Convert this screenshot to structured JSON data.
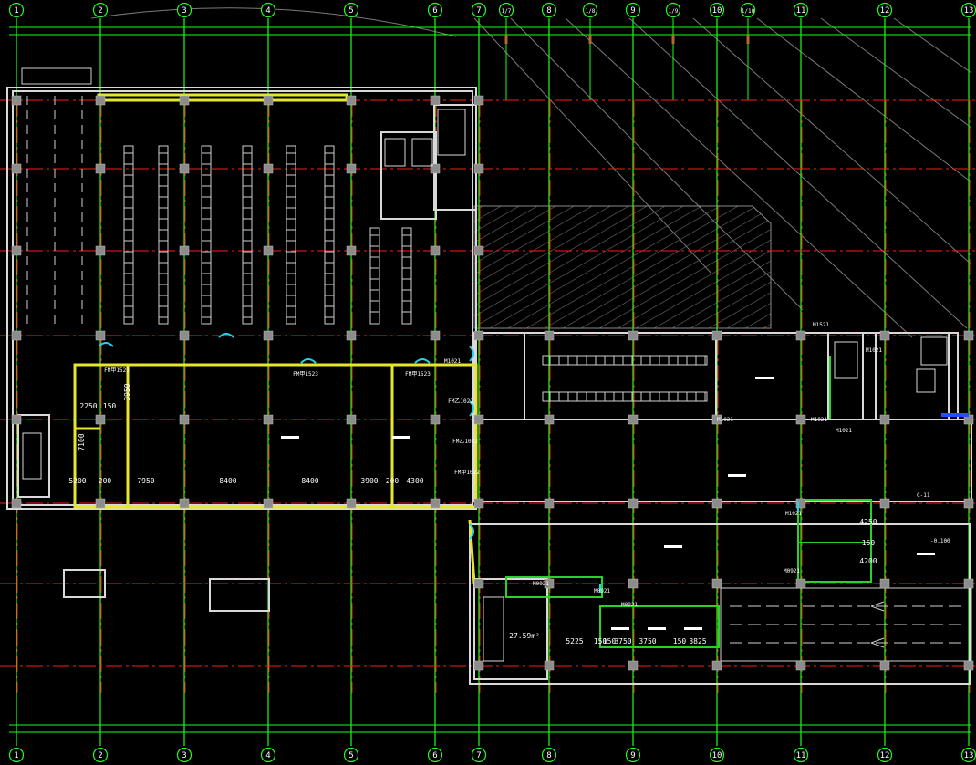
{
  "colors": {
    "background": "#000000",
    "grid_red": "#ff1a1a",
    "grid_green": "#19ff19",
    "wall_white": "#d9d9d9",
    "wall_yellow": "#e6e62e",
    "door_cyan": "#22d3ee",
    "room_green": "#28d228",
    "column_grey": "#8c8c8c",
    "hatch_grey": "#6b6b6b",
    "brown": "#b06a2a",
    "blue": "#2a4bff"
  },
  "axes": {
    "top": [
      "1",
      "2",
      "3",
      "4",
      "5",
      "6",
      "7",
      "1/7",
      "8",
      "1/8",
      "9",
      "1/9",
      "10",
      "1/10",
      "11",
      "12",
      "13"
    ],
    "bottom": [
      "1",
      "2",
      "3",
      "4",
      "5",
      "6",
      "7",
      "8",
      "9",
      "10",
      "11",
      "12",
      "13"
    ]
  },
  "dimensions": [
    "5200",
    "200",
    "7950",
    "8400",
    "8400",
    "3900",
    "200",
    "4300",
    "2250",
    "150",
    "7100",
    "3950",
    "3750",
    "150",
    "3750",
    "150",
    "3825",
    "5225",
    "150",
    "4250",
    "150",
    "4200",
    "27.59m²"
  ],
  "door_labels": [
    "FM甲1523",
    "FM甲1523",
    "FM甲1523",
    "M1021",
    "M1021",
    "M1021",
    "M1021",
    "M1021",
    "M0921",
    "M0921",
    "M0921",
    "M0921",
    "FM乙1022",
    "FM乙1022",
    "FM甲1022",
    "M1521",
    "M1021"
  ],
  "annotations": [
    "C-11",
    "-0.100"
  ]
}
